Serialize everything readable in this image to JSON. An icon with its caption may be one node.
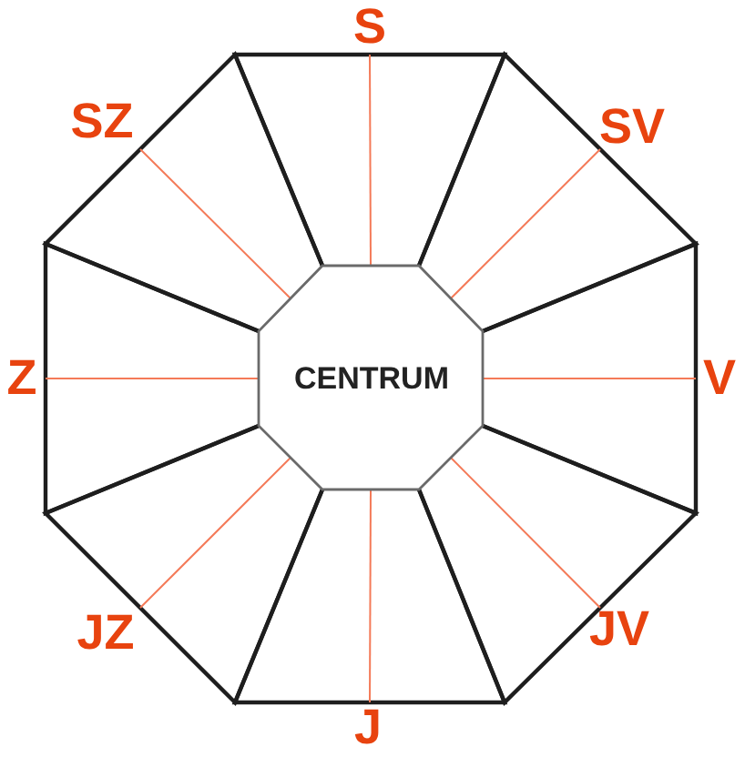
{
  "diagram": {
    "nodes": [
      {
        "text": [
          "S"
        ]
      },
      {
        "text": [
          "SZ"
        ]
      },
      {
        "text": [
          "SV"
        ]
      },
      {
        "text": [
          "Z"
        ]
      },
      {
        "text": [
          "CENTRUM"
        ]
      },
      {
        "text": [
          "V"
        ]
      },
      {
        "text": [
          "JZ"
        ]
      },
      {
        "text": [
          "JV"
        ]
      },
      {
        "text": [
          "J"
        ]
      }
    ],
    "edges": [
      {
        "from": 4,
        "to": 0,
        "arrow": "none"
      },
      {
        "from": 4,
        "to": 1,
        "arrow": "none"
      },
      {
        "from": 4,
        "to": 2,
        "arrow": "none"
      },
      {
        "from": 4,
        "to": 3,
        "arrow": "none"
      },
      {
        "from": 4,
        "to": 5,
        "arrow": "none"
      },
      {
        "from": 4,
        "to": 6,
        "arrow": "none"
      },
      {
        "from": 4,
        "to": 7,
        "arrow": "none"
      },
      {
        "from": 4,
        "to": 8,
        "arrow": "none"
      }
    ]
  }
}
